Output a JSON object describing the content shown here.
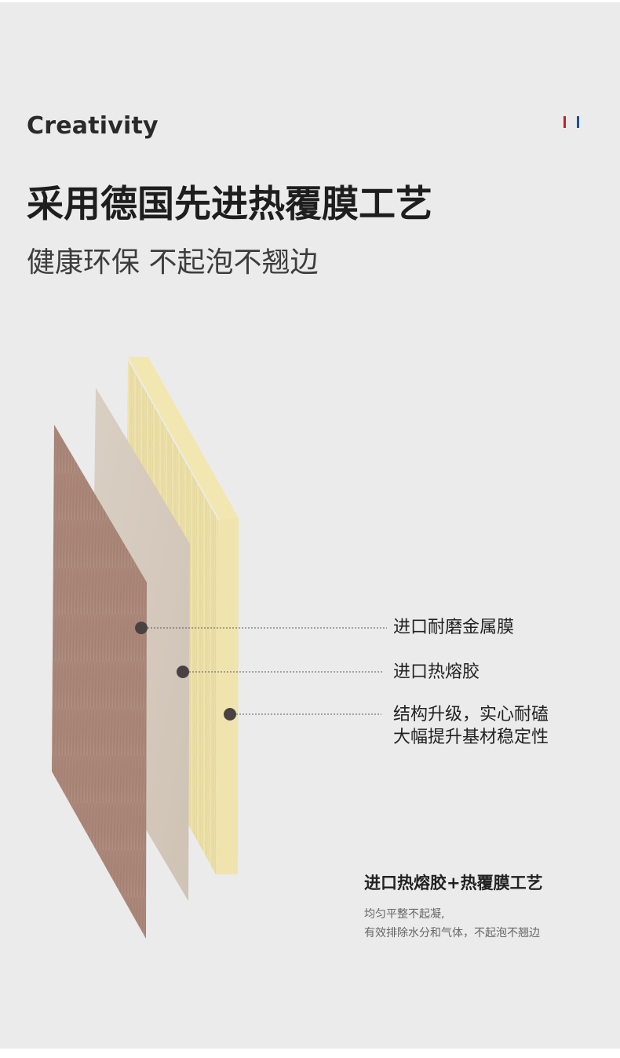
{
  "header": {
    "english_title": "Creativity",
    "main_title": "采用德国先进热覆膜工艺",
    "subtitle": "健康环保 不起泡不翘边"
  },
  "flag_colors": [
    "#c8202a",
    "#ffffff",
    "#1d4f9e"
  ],
  "layers": {
    "colors": {
      "metal_film": "#a07f72",
      "hot_melt_glue": "#d4c9bd",
      "substrate_face": "#ebe0a8",
      "substrate_edge": "#f3e8b0"
    },
    "labels": [
      {
        "line1": "进口耐磨金属膜",
        "line2": ""
      },
      {
        "line1": "进口热熔胶",
        "line2": ""
      },
      {
        "line1": "结构升级，实心耐磕",
        "line2": "大幅提升基材稳定性"
      }
    ]
  },
  "footer": {
    "title": "进口热熔胶+热覆膜工艺",
    "desc_line1": "均匀平整不起凝,",
    "desc_line2": "有效排除水分和气体，不起泡不翘边"
  }
}
